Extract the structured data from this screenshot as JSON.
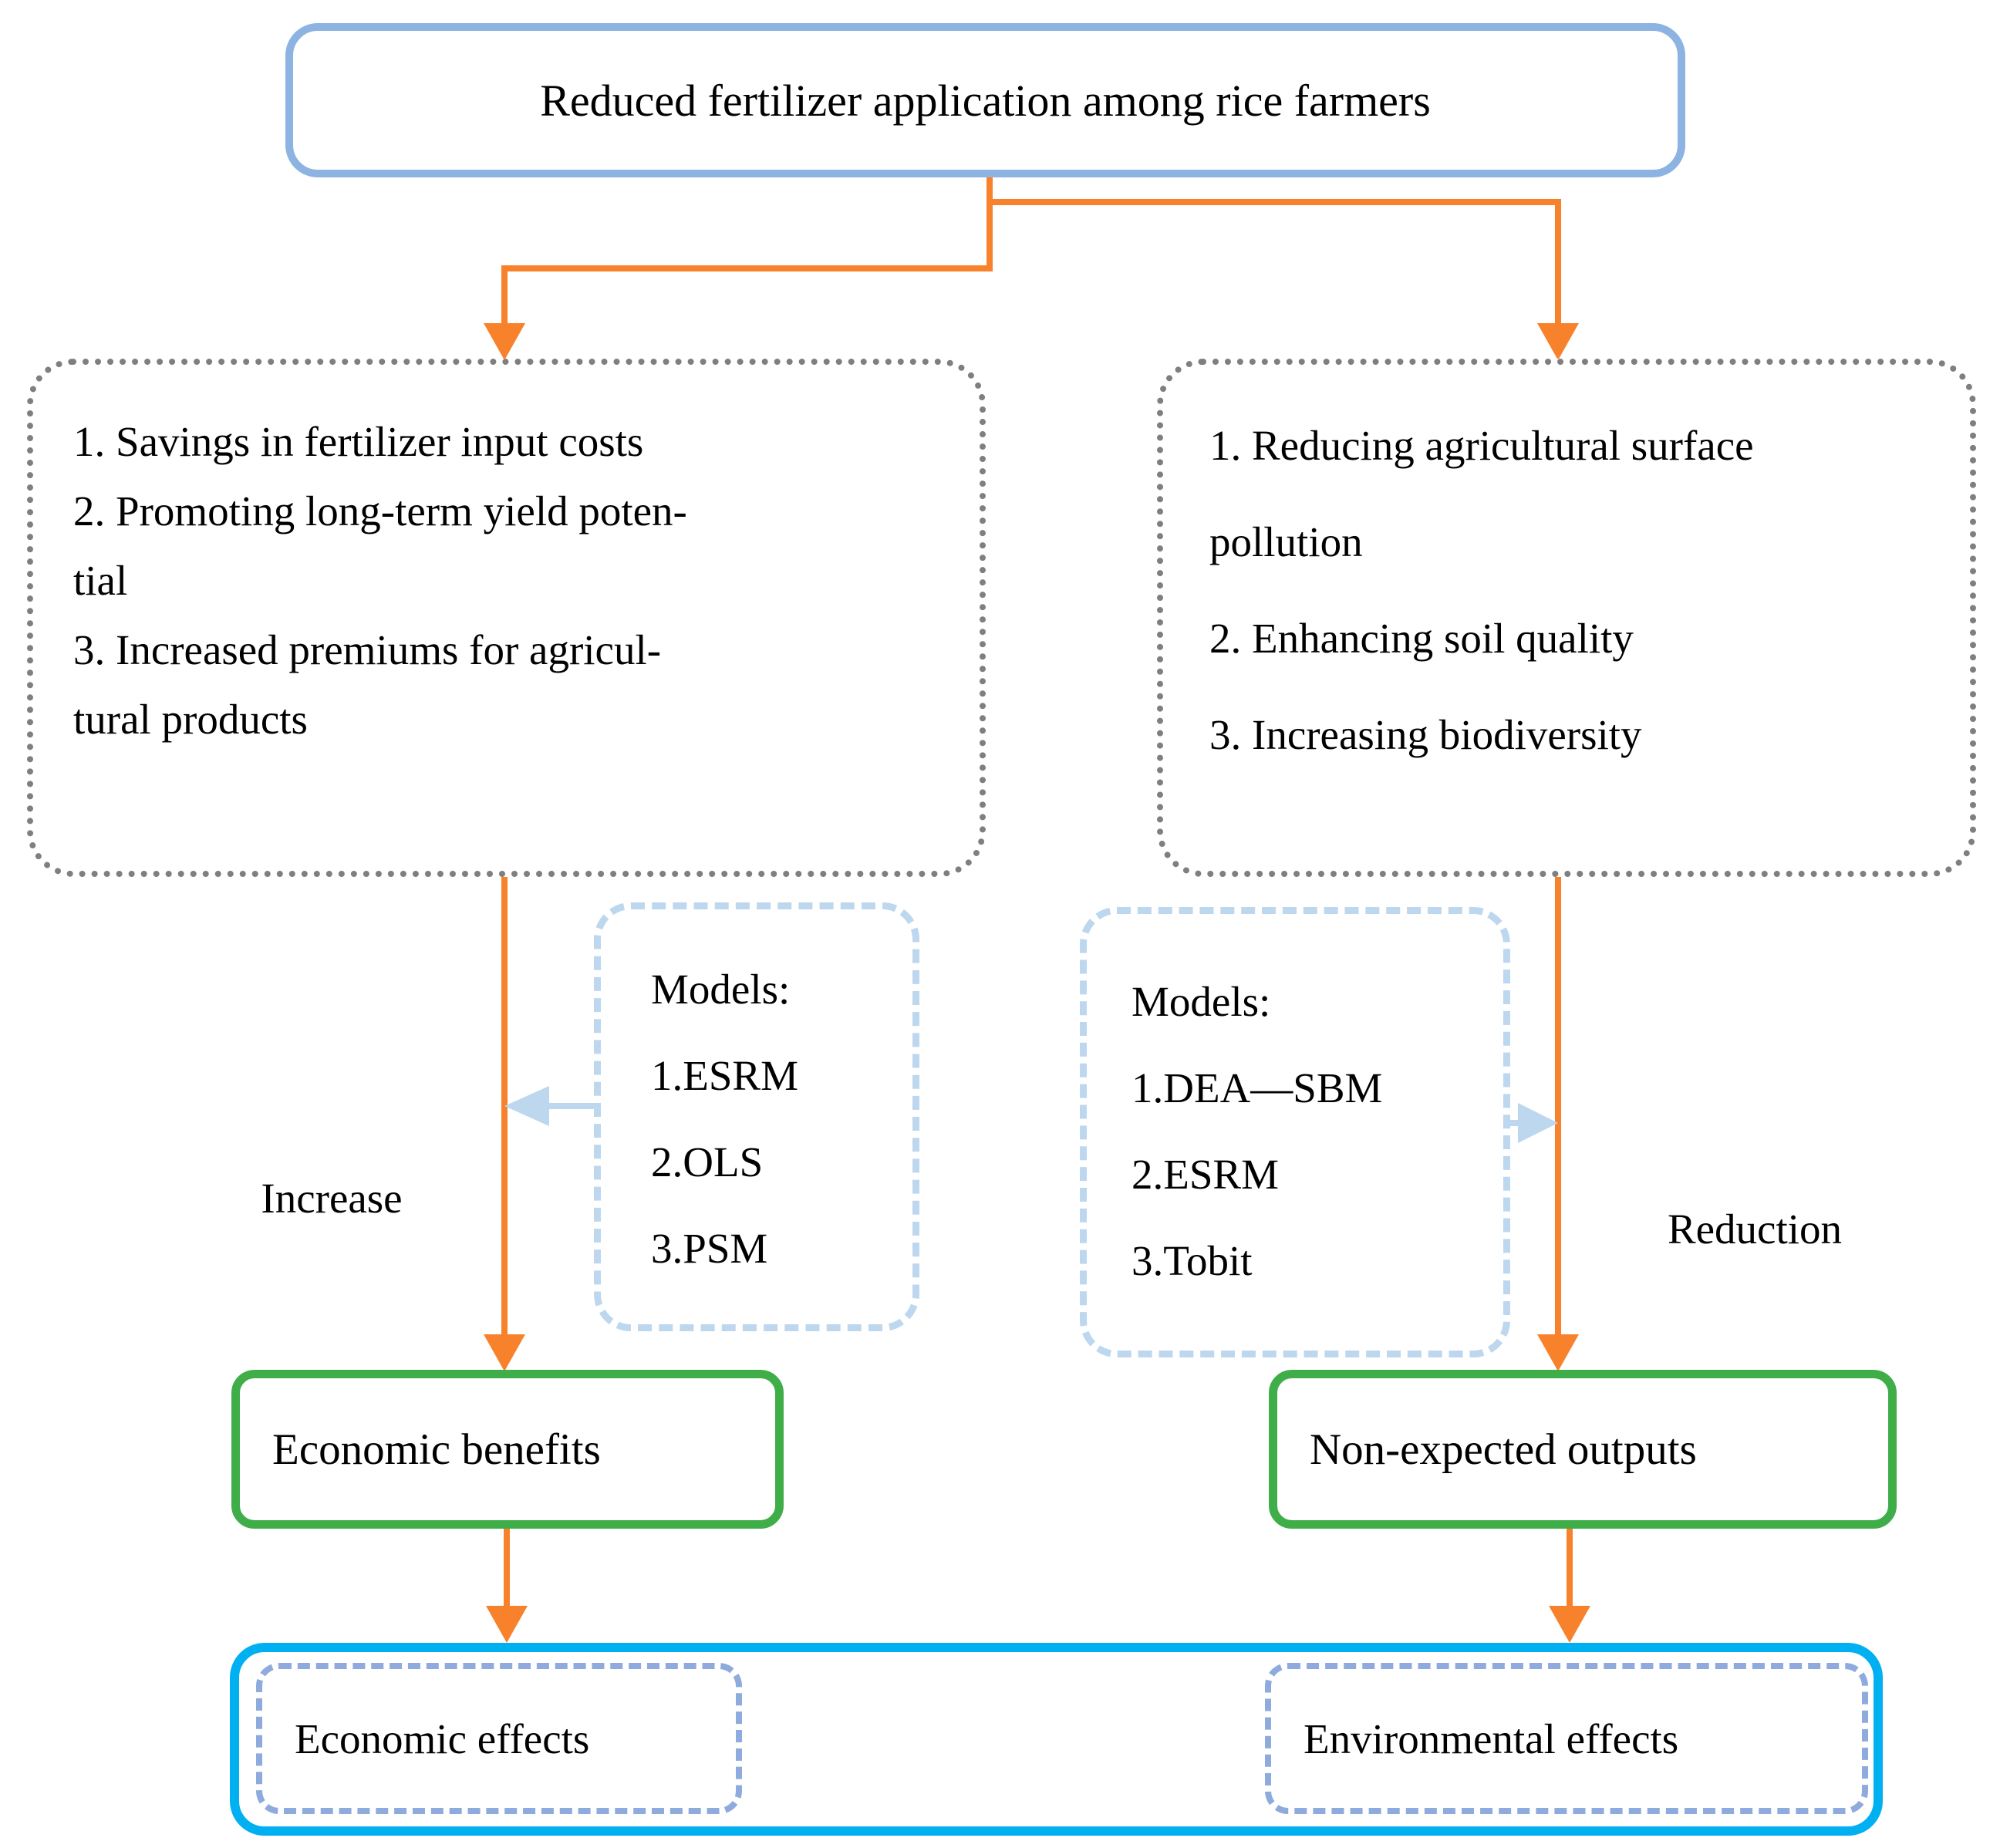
{
  "colors": {
    "orange": "#F8822C",
    "top_box_border": "#8DB3E2",
    "gray_dotted": "#7F7F7F",
    "models_border": "#BDD7EE",
    "blue_arrow": "#BDD7EE",
    "green_border": "#3FAE49",
    "cyan_border": "#00B0F0",
    "periwinkle_border": "#8FAADC"
  },
  "top_box": {
    "label": "Reduced fertilizer application among rice farmers"
  },
  "economic_pathway": {
    "outcomes": {
      "lines": [
        "1. Savings in fertilizer input costs",
        "2. Promoting long-term yield poten-",
        "tial",
        "3. Increased premiums for agricul-",
        "tural products"
      ]
    },
    "models": {
      "lines": [
        "Models:",
        "1.ESRM",
        "2.OLS",
        "3.PSM"
      ]
    },
    "flow_label": "Increase",
    "outcome_box": "Economic benefits",
    "effect_box": "Economic effects"
  },
  "environmental_pathway": {
    "outcomes": {
      "lines": [
        "1. Reducing agricultural surface",
        "pollution",
        "2. Enhancing soil quality",
        "3. Increasing biodiversity"
      ]
    },
    "models": {
      "lines": [
        "Models:",
        "1.DEA—SBM",
        "2.ESRM",
        "3.Tobit"
      ]
    },
    "flow_label": "Reduction",
    "outcome_box": "Non-expected outputs",
    "effect_box": "Environmental effects"
  }
}
